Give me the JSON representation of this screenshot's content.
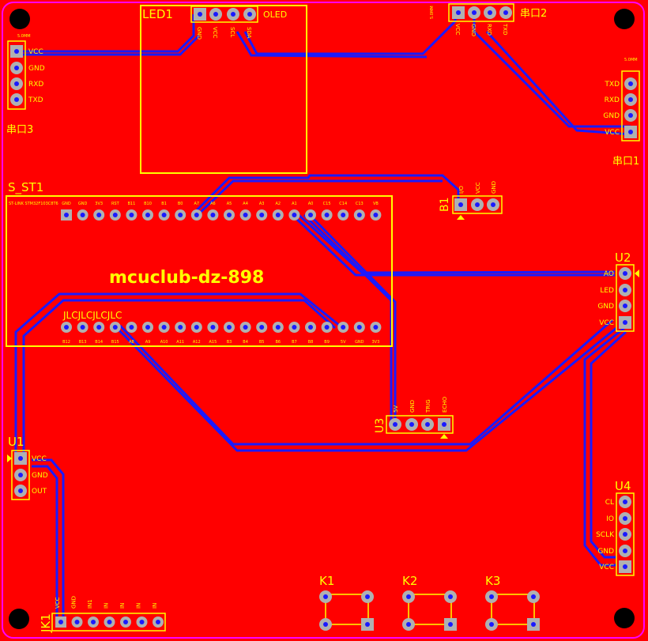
{
  "colors": {
    "board": "#ff0000",
    "silk": "#ffff00",
    "trace": "#1a1aff",
    "pad": "#b0b0b0",
    "outline": "#ff00ff",
    "hole": "#000000"
  },
  "components": {
    "led1": {
      "ref": "LED1",
      "name": "OLED",
      "pins": [
        "GND",
        "VCC",
        "SCL",
        "SDA"
      ]
    },
    "port2": {
      "ref": "串口2",
      "tag": "5.0MM",
      "pins": [
        "VCC",
        "GND",
        "RXD",
        "TXD"
      ]
    },
    "port3": {
      "ref": "串口3",
      "tag": "5.0MM",
      "pins": [
        "VCC",
        "GND",
        "RXD",
        "TXD"
      ]
    },
    "port1": {
      "ref": "串口1",
      "tag": "5.0MM",
      "pins": [
        "TXD",
        "RXD",
        "GND",
        "VCC"
      ]
    },
    "s_st1": {
      "ref": "S_ST1",
      "title": "mcuclub-dz-898",
      "jlc": "JLCJLCJLCJLC",
      "top_left_text": "ST-LINK  STM32F103C8T6",
      "top_pins": [
        "GND",
        "GND",
        "3V3",
        "RST",
        "B11",
        "B10",
        "B1",
        "B0",
        "A7",
        "A6",
        "A5",
        "A4",
        "A3",
        "A2",
        "A1",
        "A0",
        "C15",
        "C14",
        "C13",
        "VB"
      ],
      "bottom_pins": [
        "B12",
        "B13",
        "B14",
        "B15",
        "A8",
        "A9",
        "A10",
        "A11",
        "A12",
        "A15",
        "B3",
        "B4",
        "B5",
        "B6",
        "B7",
        "B8",
        "B9",
        "5V",
        "GND",
        "3V3"
      ]
    },
    "b1": {
      "ref": "B1",
      "pins": [
        "I/O",
        "VCC",
        "GND"
      ]
    },
    "u2": {
      "ref": "U2",
      "pins": [
        "AO",
        "LED",
        "GND",
        "VCC"
      ]
    },
    "u3": {
      "ref": "U3",
      "pins": [
        "5V",
        "GND",
        "TRIG",
        "ECHO"
      ]
    },
    "u1": {
      "ref": "U1",
      "pins": [
        "VCC",
        "GND",
        "OUT"
      ]
    },
    "u4": {
      "ref": "U4",
      "pins": [
        "CL",
        "IO",
        "SCLK",
        "GND",
        "VCC"
      ]
    },
    "jk1": {
      "ref": "JK1",
      "pins": [
        "VCC",
        "GND",
        "IN1",
        "IN",
        "IN",
        "IN",
        "IN"
      ]
    },
    "k1": {
      "ref": "K1"
    },
    "k2": {
      "ref": "K2"
    },
    "k3": {
      "ref": "K3"
    }
  }
}
